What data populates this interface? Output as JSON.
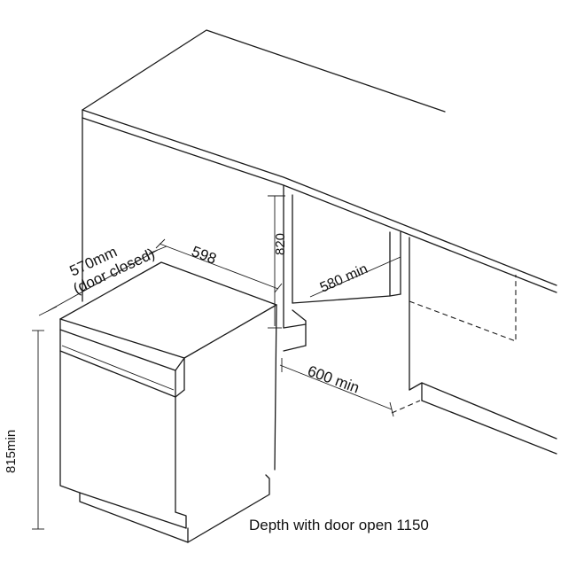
{
  "labels": {
    "depth_closed_1": "570mm",
    "depth_closed_2": "(door closed)",
    "width": "598",
    "cavity_height": "820",
    "cavity_depth": "580 min",
    "cavity_width": "600 min",
    "height": "815min",
    "depth_open": "Depth with door open 1150"
  }
}
